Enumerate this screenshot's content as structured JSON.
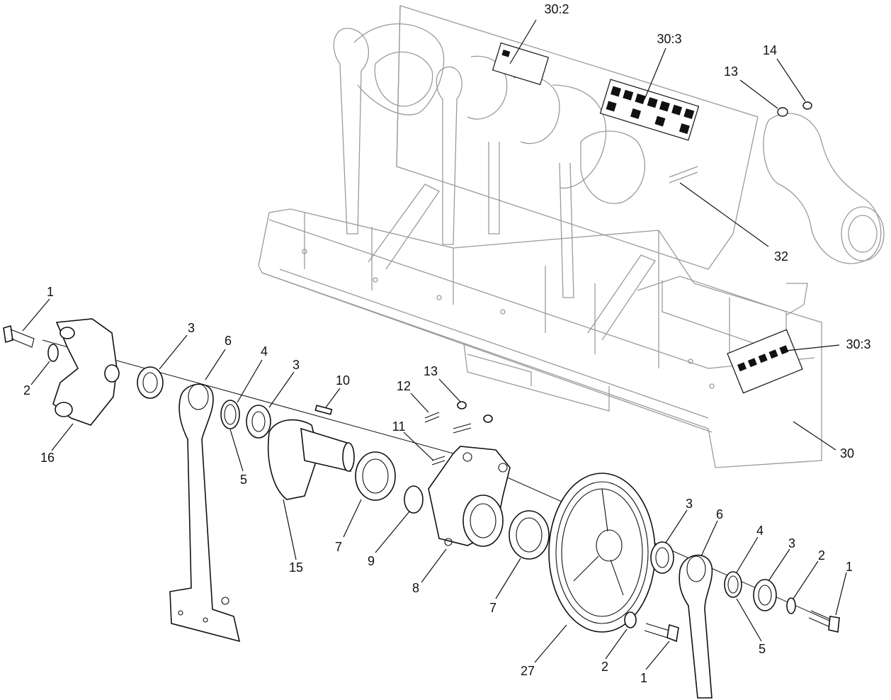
{
  "callouts": {
    "c30_2": "30:2",
    "c30_3_top": "30:3",
    "c13_top": "13",
    "c14": "14",
    "c32": "32",
    "c30_3_right": "30:3",
    "c30": "30",
    "c1_left": "1",
    "c2_left": "2",
    "c16": "16",
    "c3_a": "3",
    "c6_left": "6",
    "c4_left": "4",
    "c3_b": "3",
    "c5_left": "5",
    "c10": "10",
    "c13_mid": "13",
    "c12": "12",
    "c11": "11",
    "c15": "15",
    "c7_a": "7",
    "c9": "9",
    "c8": "8",
    "c7_b": "7",
    "c27": "27",
    "c3_c": "3",
    "c6_right": "6",
    "c4_right": "4",
    "c3_d": "3",
    "c2_right": "2",
    "c1_right": "1",
    "c5_right": "5",
    "c2_bottom": "2",
    "c1_bottom": "1"
  },
  "colors": {
    "line": "#111111",
    "ghost": "#9a9a9a",
    "background": "#ffffff"
  }
}
